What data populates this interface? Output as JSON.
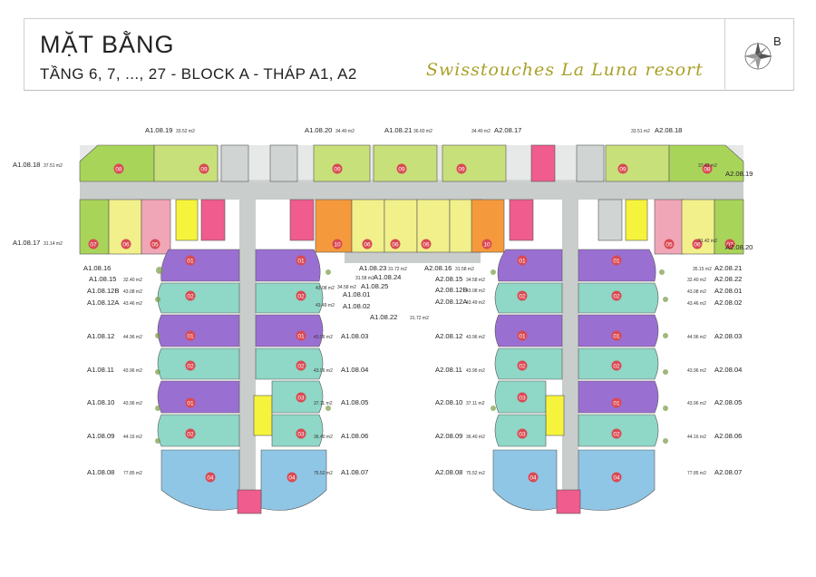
{
  "header": {
    "title": "MẶT BẰNG",
    "subtitle": "TẦNG 6, 7, ..., 27 - BLOCK A - THÁP A1, A2",
    "brand": "Swisstouches La Luna resort",
    "compass_letter": "B",
    "compass_icon": "compass-rose-icon"
  },
  "colors": {
    "corridor": "#c9cdcb",
    "green": "#a9d45a",
    "yellow_green": "#c8e07a",
    "yellow": "#f1f08a",
    "pink": "#f0a6b7",
    "orange": "#f59a3c",
    "purple": "#9a6fd2",
    "teal": "#8fd7c6",
    "blue": "#8fc6e6",
    "hot_pink": "#ef5c8d",
    "bright_yellow": "#f6f33d",
    "badge": "#d94a53"
  },
  "units": [
    {
      "code": "A1.08.19",
      "area": "33.52 m2"
    },
    {
      "code": "A1.08.20",
      "area": "34.40 m2"
    },
    {
      "code": "A1.08.21",
      "area": "36.60 m2"
    },
    {
      "code": "A2.08.17",
      "area": "34.40 m2"
    },
    {
      "code": "A2.08.18",
      "area": "33.51 m2"
    },
    {
      "code": "A1.08.18",
      "area": "37.51 m2"
    },
    {
      "code": "A2.08.19",
      "area": "37.41 m2"
    },
    {
      "code": "A1.08.17",
      "area": "31.14 m2"
    },
    {
      "code": "A2.08.20",
      "area": "31.42 m2"
    },
    {
      "code": "A1.08.16",
      "area": ""
    },
    {
      "code": "A2.08.21",
      "area": "35.15 m2"
    },
    {
      "code": "A1.08.23",
      "area": "31.72 m2"
    },
    {
      "code": "A1.08.24",
      "area": "31.58 m2"
    },
    {
      "code": "A2.08.16",
      "area": "31.58 m2"
    },
    {
      "code": "A1.08.25",
      "area": "34.58 m2"
    },
    {
      "code": "A2.08.15",
      "area": "34.58 m2"
    },
    {
      "code": "A1.08.15",
      "area": "32.40 m2"
    },
    {
      "code": "A2.08.22",
      "area": "32.40 m2"
    },
    {
      "code": "A1.08.12B",
      "area": "43.08 m2"
    },
    {
      "code": "A1.08.01",
      "area": "43.08 m2"
    },
    {
      "code": "A2.08.12B",
      "area": "43.08 m2"
    },
    {
      "code": "A2.08.01",
      "area": "43.08 m2"
    },
    {
      "code": "A1.08.12A",
      "area": "43.46 m2"
    },
    {
      "code": "A1.08.02",
      "area": "43.49 m2"
    },
    {
      "code": "A2.08.12A",
      "area": "43.49 m2"
    },
    {
      "code": "A2.08.02",
      "area": "43.46 m2"
    },
    {
      "code": "A1.08.22",
      "area": "31.72 m2"
    },
    {
      "code": "A1.08.12",
      "area": "44.96 m2"
    },
    {
      "code": "A1.08.03",
      "area": "43.96 m2"
    },
    {
      "code": "A2.08.12",
      "area": "43.96 m2"
    },
    {
      "code": "A2.08.03",
      "area": "44.96 m2"
    },
    {
      "code": "A1.08.11",
      "area": "43.96 m2"
    },
    {
      "code": "A1.08.04",
      "area": "43.96 m2"
    },
    {
      "code": "A2.08.11",
      "area": "43.96 m2"
    },
    {
      "code": "A2.08.04",
      "area": "43.96 m2"
    },
    {
      "code": "A1.08.10",
      "area": "43.96 m2"
    },
    {
      "code": "A1.08.05",
      "area": "37.11 m2"
    },
    {
      "code": "A2.08.10",
      "area": "37.11 m2"
    },
    {
      "code": "A2.08.05",
      "area": "43.96 m2"
    },
    {
      "code": "A1.08.09",
      "area": "44.16 m2"
    },
    {
      "code": "A1.08.06",
      "area": "36.40 m2"
    },
    {
      "code": "A2.08.09",
      "area": "36.40 m2"
    },
    {
      "code": "A2.08.06",
      "area": "44.16 m2"
    },
    {
      "code": "A1.08.08",
      "area": "77.85 m2"
    },
    {
      "code": "A1.08.07",
      "area": "75.52 m2"
    },
    {
      "code": "A2.08.08",
      "area": "75.52 m2"
    },
    {
      "code": "A2.08.07",
      "area": "77.85 m2"
    }
  ],
  "unit_types": [
    "01",
    "02",
    "03",
    "04",
    "05",
    "06",
    "07",
    "08",
    "09",
    "10"
  ]
}
